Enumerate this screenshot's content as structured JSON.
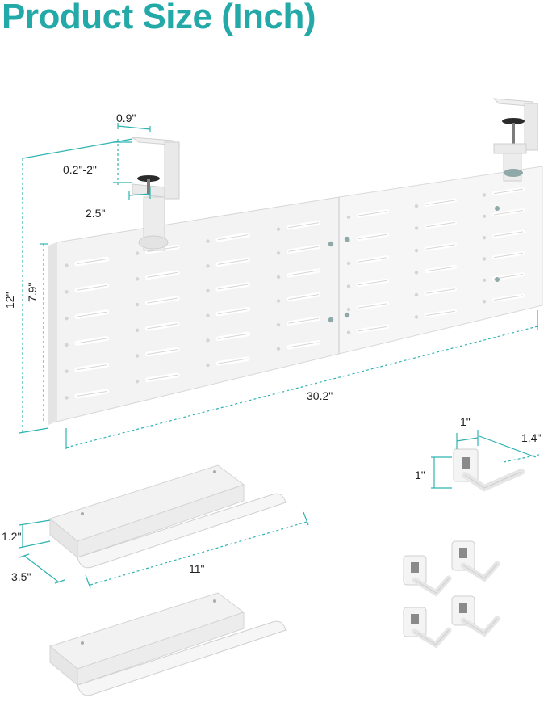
{
  "title": "Product Size (Inch)",
  "colors": {
    "accent": "#22a9a8",
    "line": "#2fb3b1",
    "panel": "#f3f3f3",
    "panel_edge": "#d7d7d7",
    "slot": "#cfcfcf",
    "text": "#222222"
  },
  "pegboard": {
    "clamp_width": "0.9\"",
    "clamp_range": "0.2\"-2\"",
    "clamp_depth": "2.5\"",
    "total_height": "12\"",
    "panel_height": "7.9\"",
    "panel_width": "30.2\""
  },
  "hook": {
    "width": "1\"",
    "length": "1.4\"",
    "height": "1\""
  },
  "shelf": {
    "height": "1.2\"",
    "depth": "3.5\"",
    "length": "11\""
  }
}
